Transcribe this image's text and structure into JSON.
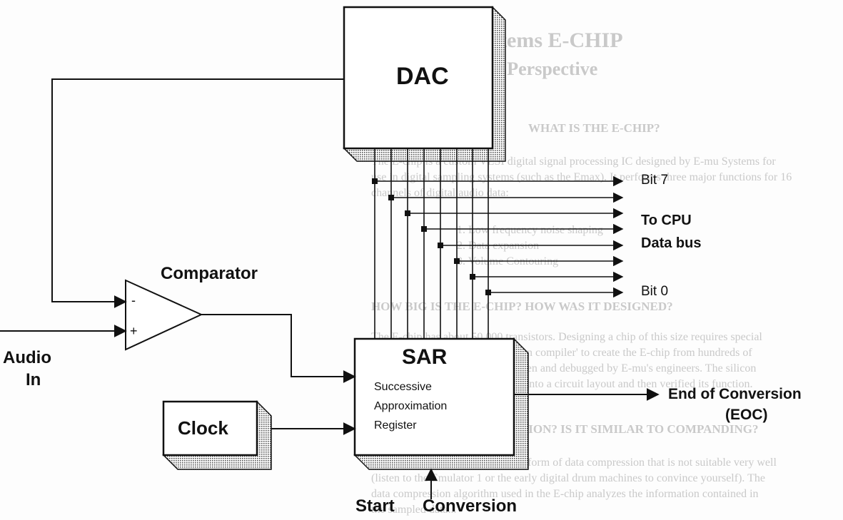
{
  "background_page": {
    "title": "The E-mu Systems E-CHIP",
    "subtitle": "A Functional Perspective",
    "heading1": "WHAT IS THE E-CHIP?",
    "para1": [
      "The E-chip is a custom VLSI digital signal processing IC designed by E-mu Systems for",
      "use in digital sampling systems (such as the Emax). It performs three major functions for 16",
      "channels of digital audio data:"
    ],
    "list": [
      "1. Low frequency noise shaping",
      "2. Data expansion",
      "3. Volume Contouring"
    ],
    "heading2": "HOW BIG IS THE E-CHIP? HOW WAS IT DESIGNED?",
    "para2": [
      "The E-chip has about 50,000 transistors. Designing a chip of this size requires special",
      "tools. E-mu Systems used a 'silicon compiler' to create the E-chip from hundreds of",
      "high level boolean equations written and debugged by E-mu's engineers. The silicon",
      "compiler converted the equations into a circuit layout and then verified its function."
    ],
    "heading3": "WHAT IS DATA COMPRESSION? IS IT SIMILAR TO COMPANDING?",
    "para3": [
      "No. Companding is a very simple form of data compression that is not suitable very well",
      "(listen to the Emulator 1 or the early digital drum machines to convince yourself). The",
      "data compression algorithm used in the E-chip analyzes the information contained in",
      "the sampled data..."
    ]
  },
  "diagram": {
    "blocks": {
      "dac": "DAC",
      "comparator": "Comparator",
      "sar": "SAR",
      "sar_desc": [
        "Successive",
        "Approximation",
        "Register"
      ],
      "clock": "Clock"
    },
    "comparator_inputs": {
      "minus": "-",
      "plus": "+"
    },
    "outputs": {
      "bit7": "Bit 7",
      "to_cpu": "To CPU",
      "data_bus": "Data bus",
      "bit0": "Bit 0",
      "eoc_line1": "End of Conversion",
      "eoc_line2": "(EOC)"
    },
    "inputs": {
      "audio_line1": "Audio",
      "audio_line2": "In",
      "start": "Start",
      "conversion": "Conversion"
    },
    "colors": {
      "ink": "#111111",
      "shadow": "#7a7a7a",
      "page_ghost": "#c9c9c9"
    }
  }
}
